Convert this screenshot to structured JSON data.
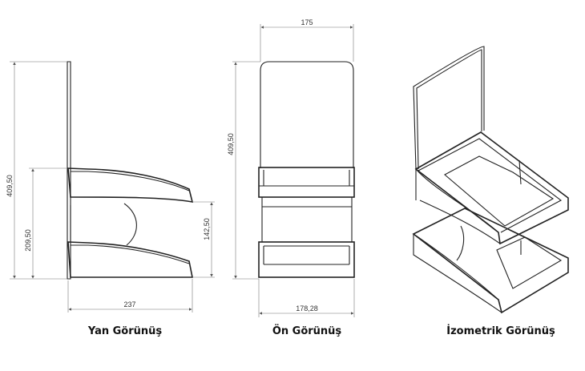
{
  "views": {
    "side": {
      "caption": "Yan Görünüş"
    },
    "front": {
      "caption": "Ön Görünüş"
    },
    "iso": {
      "caption": "İzometrik Görünüş"
    }
  },
  "dimensions": {
    "side_total_height": "409,50",
    "side_lower_height": "209,50",
    "side_tray_spacing": "142,50",
    "side_depth": "237",
    "front_top_width": "175",
    "front_total_height": "409,50",
    "front_bottom_width": "178,28"
  },
  "colors": {
    "line": "#222222",
    "dimension": "#777777",
    "text": "#111111"
  }
}
